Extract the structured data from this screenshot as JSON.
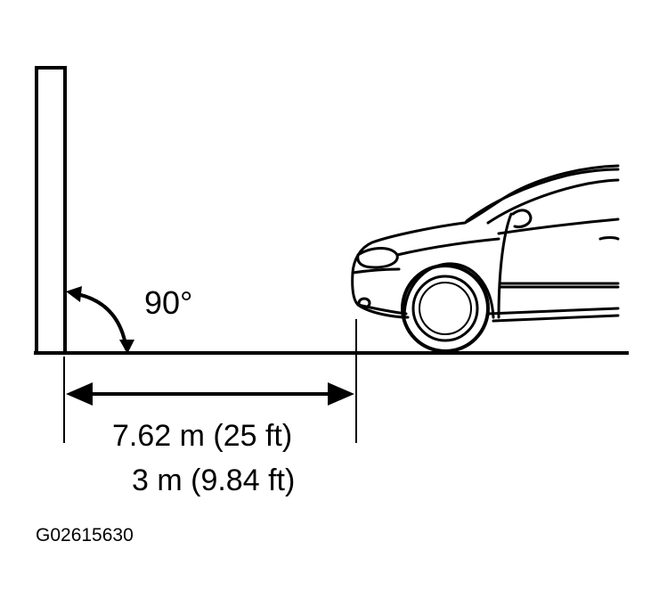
{
  "diagram": {
    "angle_label": "90°",
    "distance_primary": "7.62 m (25 ft)",
    "distance_secondary": "3 m (9.84 ft)",
    "figure_id": "G02615630"
  },
  "colors": {
    "stroke": "#000000",
    "background": "#ffffff"
  },
  "icons": {
    "wall": "wall-board-icon",
    "vehicle": "car-front-icon",
    "angle": "right-angle-arc-icon",
    "distance": "double-arrow-icon"
  }
}
